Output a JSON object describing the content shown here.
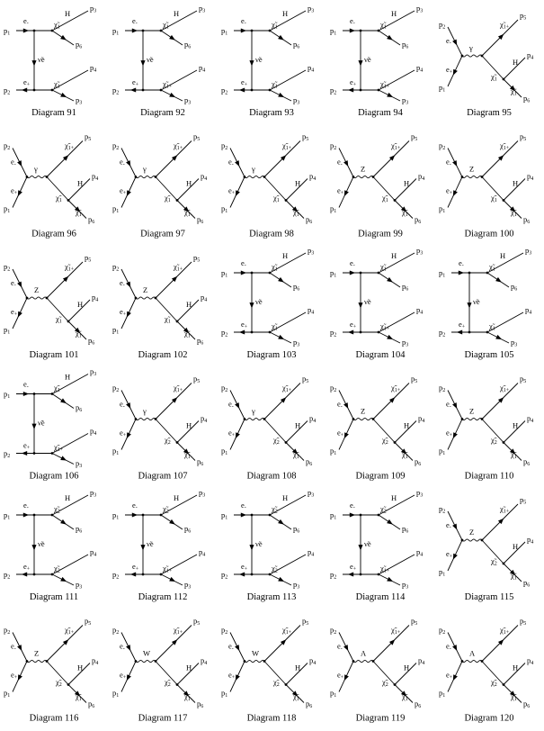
{
  "sheet": {
    "panels": [
      {
        "caption": "Diagram 91"
      },
      {
        "caption": "Diagram 92"
      },
      {
        "caption": "Diagram 93"
      },
      {
        "caption": "Diagram 94"
      },
      {
        "caption": "Diagram 95"
      },
      {
        "caption": "Diagram 96"
      },
      {
        "caption": "Diagram 97"
      },
      {
        "caption": "Diagram 98"
      },
      {
        "caption": "Diagram 99"
      },
      {
        "caption": "Diagram 100"
      },
      {
        "caption": "Diagram 101"
      },
      {
        "caption": "Diagram 102"
      },
      {
        "caption": "Diagram 103"
      },
      {
        "caption": "Diagram 104"
      },
      {
        "caption": "Diagram 105"
      },
      {
        "caption": "Diagram 106"
      },
      {
        "caption": "Diagram 107"
      },
      {
        "caption": "Diagram 108"
      },
      {
        "caption": "Diagram 109"
      },
      {
        "caption": "Diagram 110"
      },
      {
        "caption": "Diagram 111"
      },
      {
        "caption": "Diagram 112"
      },
      {
        "caption": "Diagram 113"
      },
      {
        "caption": "Diagram 114"
      },
      {
        "caption": "Diagram 115"
      },
      {
        "caption": "Diagram 116"
      },
      {
        "caption": "Diagram 117"
      },
      {
        "caption": "Diagram 118"
      },
      {
        "caption": "Diagram 119"
      },
      {
        "caption": "Diagram 120"
      }
    ],
    "labels": {
      "p1": "p1",
      "p2": "p2",
      "p3": "p3",
      "p4": "p4",
      "p5": "p5",
      "p6": "p6",
      "e_minus": "e-",
      "e_plus": "e+",
      "sneutrino": "ν̃e",
      "gamma": "γ",
      "z": "Z",
      "higgs": "H",
      "a": "A",
      "w": "W",
      "chi1": "χ̃1",
      "chi2": "χ̃2",
      "chi1_plus": "χ̃1+",
      "chi1_minus": "χ̃1-"
    }
  }
}
